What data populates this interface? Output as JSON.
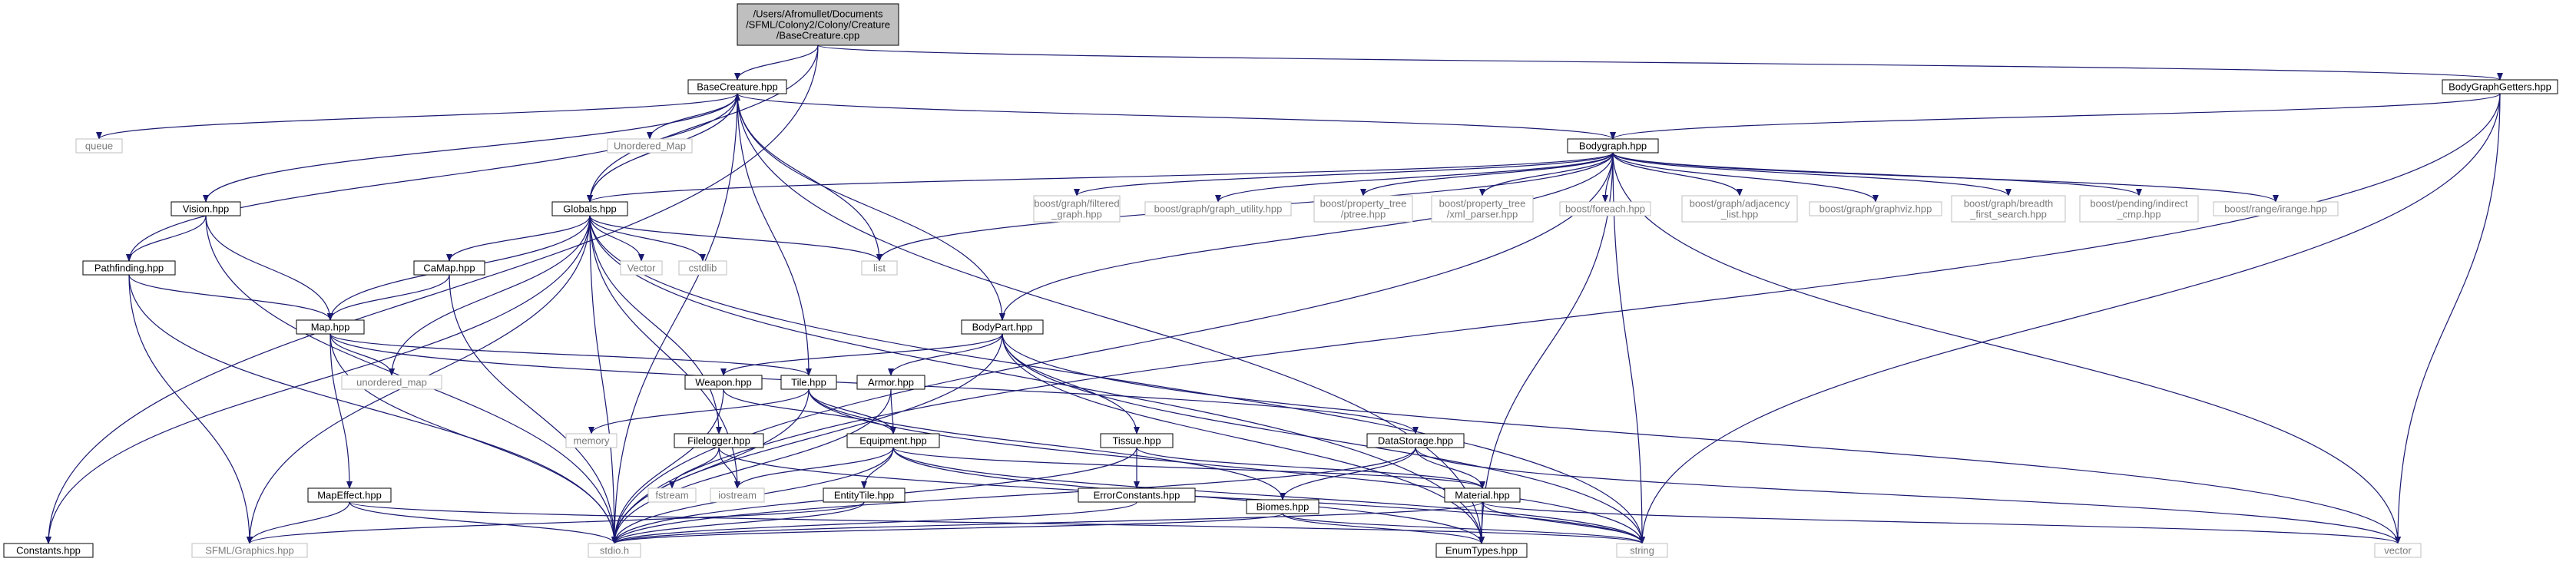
{
  "graph": {
    "colors": {
      "edge": "#191970",
      "root_fill": "#bfbfbf",
      "local_border": "#000000",
      "external_border": "#bfbfbf",
      "external_text": "#7a7a7a"
    },
    "nodes": [
      {
        "id": "root",
        "kind": "root",
        "label": [
          "/Users/Afromullet/Documents",
          "/SFML/Colony2/Colony/Creature",
          "/BaseCreature.cpp"
        ]
      },
      {
        "id": "basecreature_hpp",
        "kind": "local",
        "label": [
          "BaseCreature.hpp"
        ]
      },
      {
        "id": "bodygraphgetters_hpp",
        "kind": "local",
        "label": [
          "BodyGraphGetters.hpp"
        ]
      },
      {
        "id": "queue",
        "kind": "external",
        "label": [
          "queue"
        ]
      },
      {
        "id": "unordered_map_cap",
        "kind": "external",
        "label": [
          "Unordered_Map"
        ]
      },
      {
        "id": "bodygraph_hpp",
        "kind": "local",
        "label": [
          "Bodygraph.hpp"
        ]
      },
      {
        "id": "vision_hpp",
        "kind": "local",
        "label": [
          "Vision.hpp"
        ]
      },
      {
        "id": "globals_hpp",
        "kind": "local",
        "label": [
          "Globals.hpp"
        ]
      },
      {
        "id": "boost_filtered",
        "kind": "external",
        "label": [
          "boost/graph/filtered",
          "_graph.hpp"
        ]
      },
      {
        "id": "boost_graph_utility",
        "kind": "external",
        "label": [
          "boost/graph/graph_utility.hpp"
        ]
      },
      {
        "id": "boost_ptree",
        "kind": "external",
        "label": [
          "boost/property_tree",
          "/ptree.hpp"
        ]
      },
      {
        "id": "boost_xml_parser",
        "kind": "external",
        "label": [
          "boost/property_tree",
          "/xml_parser.hpp"
        ]
      },
      {
        "id": "boost_foreach",
        "kind": "external",
        "label": [
          "boost/foreach.hpp"
        ]
      },
      {
        "id": "boost_adjacency",
        "kind": "external",
        "label": [
          "boost/graph/adjacency",
          "_list.hpp"
        ]
      },
      {
        "id": "boost_graphviz",
        "kind": "external",
        "label": [
          "boost/graph/graphviz.hpp"
        ]
      },
      {
        "id": "boost_bfs",
        "kind": "external",
        "label": [
          "boost/graph/breadth",
          "_first_search.hpp"
        ]
      },
      {
        "id": "boost_indirect_cmp",
        "kind": "external",
        "label": [
          "boost/pending/indirect",
          "_cmp.hpp"
        ]
      },
      {
        "id": "boost_irange",
        "kind": "external",
        "label": [
          "boost/range/irange.hpp"
        ]
      },
      {
        "id": "pathfinding_hpp",
        "kind": "local",
        "label": [
          "Pathfinding.hpp"
        ]
      },
      {
        "id": "camap_hpp",
        "kind": "local",
        "label": [
          "CaMap.hpp"
        ]
      },
      {
        "id": "vector_cap",
        "kind": "external",
        "label": [
          "Vector"
        ]
      },
      {
        "id": "cstdlib",
        "kind": "external",
        "label": [
          "cstdlib"
        ]
      },
      {
        "id": "list",
        "kind": "external",
        "label": [
          "list"
        ]
      },
      {
        "id": "map_hpp",
        "kind": "local",
        "label": [
          "Map.hpp"
        ]
      },
      {
        "id": "bodypart_hpp",
        "kind": "local",
        "label": [
          "BodyPart.hpp"
        ]
      },
      {
        "id": "unordered_map",
        "kind": "external",
        "label": [
          "unordered_map"
        ]
      },
      {
        "id": "weapon_hpp",
        "kind": "local",
        "label": [
          "Weapon.hpp"
        ]
      },
      {
        "id": "tile_hpp",
        "kind": "local",
        "label": [
          "Tile.hpp"
        ]
      },
      {
        "id": "armor_hpp",
        "kind": "local",
        "label": [
          "Armor.hpp"
        ]
      },
      {
        "id": "memory",
        "kind": "external",
        "label": [
          "memory"
        ]
      },
      {
        "id": "equipment_hpp",
        "kind": "local",
        "label": [
          "Equipment.hpp"
        ]
      },
      {
        "id": "filelogger_hpp",
        "kind": "local",
        "label": [
          "Filelogger.hpp"
        ]
      },
      {
        "id": "tissue_hpp",
        "kind": "local",
        "label": [
          "Tissue.hpp"
        ]
      },
      {
        "id": "datastorage_hpp",
        "kind": "local",
        "label": [
          "DataStorage.hpp"
        ]
      },
      {
        "id": "fstream",
        "kind": "external",
        "label": [
          "fstream"
        ]
      },
      {
        "id": "iostream",
        "kind": "external",
        "label": [
          "iostream"
        ]
      },
      {
        "id": "entitytile_hpp",
        "kind": "local",
        "label": [
          "EntityTile.hpp"
        ]
      },
      {
        "id": "errorconstants_hpp",
        "kind": "local",
        "label": [
          "ErrorConstants.hpp"
        ]
      },
      {
        "id": "biomes_hpp",
        "kind": "local",
        "label": [
          "Biomes.hpp"
        ]
      },
      {
        "id": "material_hpp",
        "kind": "local",
        "label": [
          "Material.hpp"
        ]
      },
      {
        "id": "mapeffect_hpp",
        "kind": "local",
        "label": [
          "MapEffect.hpp"
        ]
      },
      {
        "id": "constants_hpp",
        "kind": "local",
        "label": [
          "Constants.hpp"
        ]
      },
      {
        "id": "sfml_graphics",
        "kind": "external",
        "label": [
          "SFML/Graphics.hpp"
        ]
      },
      {
        "id": "stdio_h",
        "kind": "external",
        "label": [
          "stdio.h"
        ]
      },
      {
        "id": "enumtypes_hpp",
        "kind": "local",
        "label": [
          "EnumTypes.hpp"
        ]
      },
      {
        "id": "string",
        "kind": "external",
        "label": [
          "string"
        ]
      },
      {
        "id": "vector",
        "kind": "external",
        "label": [
          "vector"
        ]
      }
    ],
    "edges": [
      [
        "root",
        "basecreature_hpp"
      ],
      [
        "root",
        "bodygraphgetters_hpp"
      ],
      [
        "root",
        "globals_hpp"
      ],
      [
        "root",
        "constants_hpp"
      ],
      [
        "basecreature_hpp",
        "queue"
      ],
      [
        "basecreature_hpp",
        "unordered_map_cap"
      ],
      [
        "basecreature_hpp",
        "bodygraph_hpp"
      ],
      [
        "basecreature_hpp",
        "vision_hpp"
      ],
      [
        "basecreature_hpp",
        "globals_hpp"
      ],
      [
        "basecreature_hpp",
        "pathfinding_hpp"
      ],
      [
        "basecreature_hpp",
        "list"
      ],
      [
        "basecreature_hpp",
        "bodypart_hpp"
      ],
      [
        "basecreature_hpp",
        "stdio_h"
      ],
      [
        "basecreature_hpp",
        "enumtypes_hpp"
      ],
      [
        "bodygraphgetters_hpp",
        "bodygraph_hpp"
      ],
      [
        "bodygraphgetters_hpp",
        "stdio_h"
      ],
      [
        "bodygraphgetters_hpp",
        "string"
      ],
      [
        "bodygraphgetters_hpp",
        "vector"
      ],
      [
        "bodygraph_hpp",
        "globals_hpp"
      ],
      [
        "bodygraph_hpp",
        "boost_filtered"
      ],
      [
        "bodygraph_hpp",
        "boost_graph_utility"
      ],
      [
        "bodygraph_hpp",
        "boost_ptree"
      ],
      [
        "bodygraph_hpp",
        "boost_xml_parser"
      ],
      [
        "bodygraph_hpp",
        "boost_foreach"
      ],
      [
        "bodygraph_hpp",
        "boost_adjacency"
      ],
      [
        "bodygraph_hpp",
        "boost_graphviz"
      ],
      [
        "bodygraph_hpp",
        "boost_bfs"
      ],
      [
        "bodygraph_hpp",
        "boost_indirect_cmp"
      ],
      [
        "bodygraph_hpp",
        "boost_irange"
      ],
      [
        "bodygraph_hpp",
        "list"
      ],
      [
        "bodygraph_hpp",
        "bodypart_hpp"
      ],
      [
        "bodygraph_hpp",
        "stdio_h"
      ],
      [
        "bodygraph_hpp",
        "enumtypes_hpp"
      ],
      [
        "bodygraph_hpp",
        "string"
      ],
      [
        "bodygraph_hpp",
        "vector"
      ],
      [
        "vision_hpp",
        "pathfinding_hpp"
      ],
      [
        "vision_hpp",
        "map_hpp"
      ],
      [
        "vision_hpp",
        "stdio_h"
      ],
      [
        "globals_hpp",
        "basecreature_hpp"
      ],
      [
        "globals_hpp",
        "camap_hpp"
      ],
      [
        "globals_hpp",
        "vector_cap"
      ],
      [
        "globals_hpp",
        "cstdlib"
      ],
      [
        "globals_hpp",
        "list"
      ],
      [
        "globals_hpp",
        "map_hpp"
      ],
      [
        "globals_hpp",
        "unordered_map"
      ],
      [
        "globals_hpp",
        "constants_hpp"
      ],
      [
        "globals_hpp",
        "sfml_graphics"
      ],
      [
        "globals_hpp",
        "stdio_h"
      ],
      [
        "globals_hpp",
        "filelogger_hpp"
      ],
      [
        "globals_hpp",
        "iostream"
      ],
      [
        "globals_hpp",
        "string"
      ],
      [
        "globals_hpp",
        "enumtypes_hpp"
      ],
      [
        "pathfinding_hpp",
        "map_hpp"
      ],
      [
        "pathfinding_hpp",
        "sfml_graphics"
      ],
      [
        "pathfinding_hpp",
        "stdio_h"
      ],
      [
        "camap_hpp",
        "map_hpp"
      ],
      [
        "camap_hpp",
        "stdio_h"
      ],
      [
        "map_hpp",
        "unordered_map"
      ],
      [
        "map_hpp",
        "tile_hpp"
      ],
      [
        "map_hpp",
        "mapeffect_hpp"
      ],
      [
        "map_hpp",
        "stdio_h"
      ],
      [
        "map_hpp",
        "datastorage_hpp"
      ],
      [
        "bodypart_hpp",
        "weapon_hpp"
      ],
      [
        "bodypart_hpp",
        "armor_hpp"
      ],
      [
        "bodypart_hpp",
        "tissue_hpp"
      ],
      [
        "bodypart_hpp",
        "stdio_h"
      ],
      [
        "bodypart_hpp",
        "string"
      ],
      [
        "bodypart_hpp",
        "vector"
      ],
      [
        "bodypart_hpp",
        "enumtypes_hpp"
      ],
      [
        "weapon_hpp",
        "equipment_hpp"
      ],
      [
        "weapon_hpp",
        "stdio_h"
      ],
      [
        "tile_hpp",
        "basecreature_hpp"
      ],
      [
        "tile_hpp",
        "memory"
      ],
      [
        "tile_hpp",
        "equipment_hpp"
      ],
      [
        "tile_hpp",
        "stdio_h"
      ],
      [
        "tile_hpp",
        "biomes_hpp"
      ],
      [
        "tile_hpp",
        "string"
      ],
      [
        "armor_hpp",
        "equipment_hpp"
      ],
      [
        "armor_hpp",
        "stdio_h"
      ],
      [
        "equipment_hpp",
        "entitytile_hpp"
      ],
      [
        "equipment_hpp",
        "iostream"
      ],
      [
        "equipment_hpp",
        "stdio_h"
      ],
      [
        "equipment_hpp",
        "material_hpp"
      ],
      [
        "equipment_hpp",
        "string"
      ],
      [
        "equipment_hpp",
        "enumtypes_hpp"
      ],
      [
        "filelogger_hpp",
        "fstream"
      ],
      [
        "filelogger_hpp",
        "iostream"
      ],
      [
        "filelogger_hpp",
        "string"
      ],
      [
        "tissue_hpp",
        "errorconstants_hpp"
      ],
      [
        "tissue_hpp",
        "material_hpp"
      ],
      [
        "tissue_hpp",
        "stdio_h"
      ],
      [
        "datastorage_hpp",
        "biomes_hpp"
      ],
      [
        "datastorage_hpp",
        "material_hpp"
      ],
      [
        "datastorage_hpp",
        "stdio_h"
      ],
      [
        "datastorage_hpp",
        "vector"
      ],
      [
        "entitytile_hpp",
        "sfml_graphics"
      ],
      [
        "entitytile_hpp",
        "stdio_h"
      ],
      [
        "errorconstants_hpp",
        "stdio_h"
      ],
      [
        "biomes_hpp",
        "stdio_h"
      ],
      [
        "biomes_hpp",
        "enumtypes_hpp"
      ],
      [
        "biomes_hpp",
        "string"
      ],
      [
        "material_hpp",
        "enumtypes_hpp"
      ],
      [
        "material_hpp",
        "string"
      ],
      [
        "material_hpp",
        "vector"
      ],
      [
        "material_hpp",
        "stdio_h"
      ],
      [
        "mapeffect_hpp",
        "sfml_graphics"
      ],
      [
        "mapeffect_hpp",
        "stdio_h"
      ],
      [
        "mapeffect_hpp",
        "string"
      ]
    ]
  }
}
